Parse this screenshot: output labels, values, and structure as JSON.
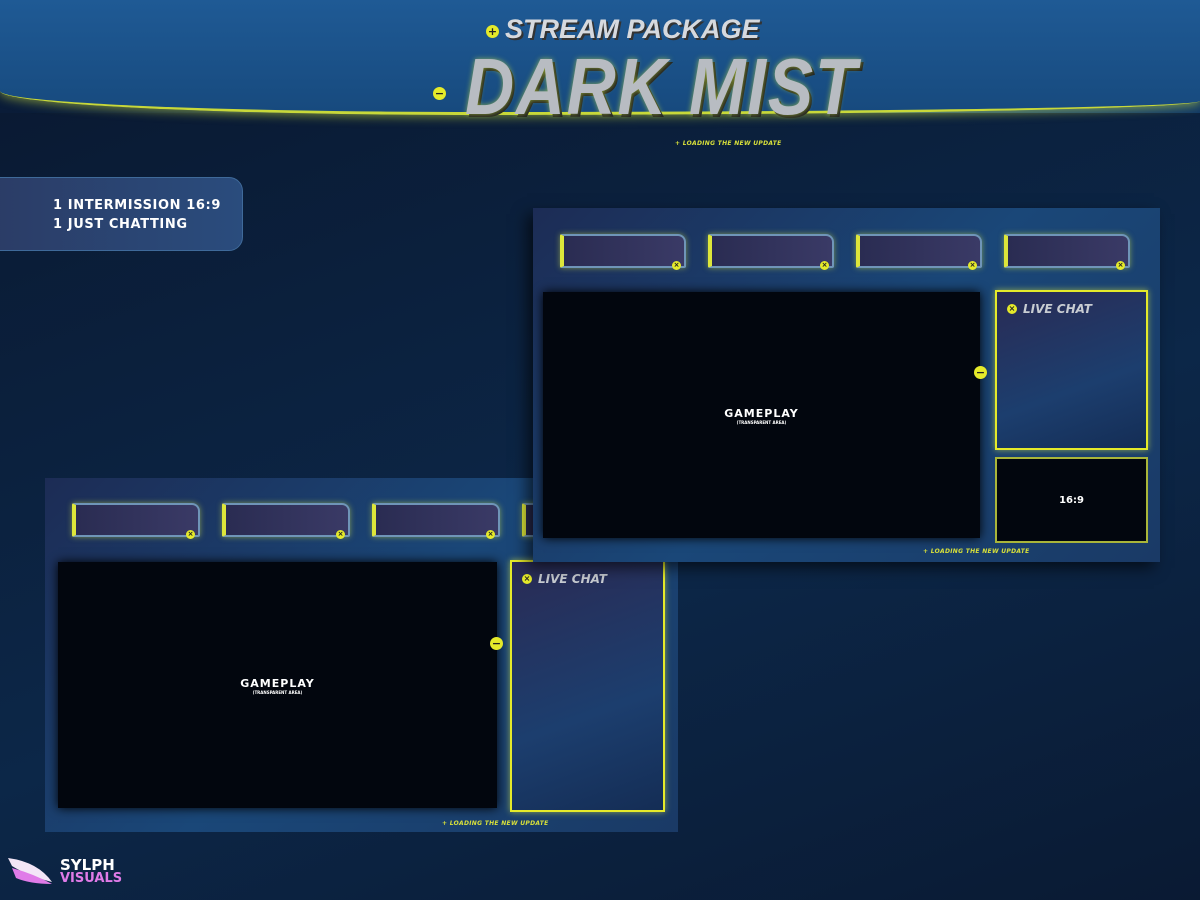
{
  "header": {
    "subtitle": "STREAM PACKAGE",
    "title": "DARK MIST",
    "tagline": "+ LOADING THE NEW UPDATE"
  },
  "info": {
    "lines": [
      "1 INTERMISSION 16:9",
      "1 JUST CHATTING"
    ]
  },
  "overlay_intermission": {
    "gameplay": "GAMEPLAY",
    "gameplay_note": "(TRANSPARENT AREA)",
    "chat_title": "LIVE CHAT",
    "cam_label": "16:9",
    "loading": "+ LOADING THE NEW UPDATE"
  },
  "overlay_chatting": {
    "gameplay": "GAMEPLAY",
    "gameplay_note": "(TRANSPARENT AREA)",
    "chat_title": "LIVE CHAT",
    "loading": "+ LOADING THE NEW UPDATE"
  },
  "brand": {
    "line1": "SYLPH",
    "line2": "VISUALS"
  },
  "colors": {
    "accent": "#e5ea2a",
    "background": "#0c2748",
    "brand_pink": "#e07be8"
  }
}
